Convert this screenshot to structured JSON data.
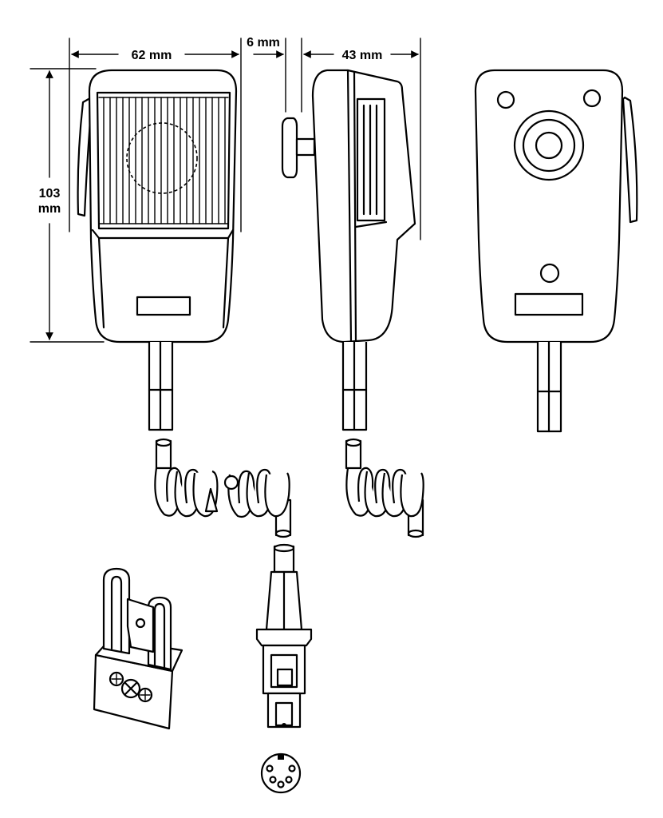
{
  "dimensions": {
    "width_label": "62 mm",
    "knob_label": "6 mm",
    "depth_label": "43 mm",
    "height_label_line1": "103",
    "height_label_line2": "mm"
  }
}
